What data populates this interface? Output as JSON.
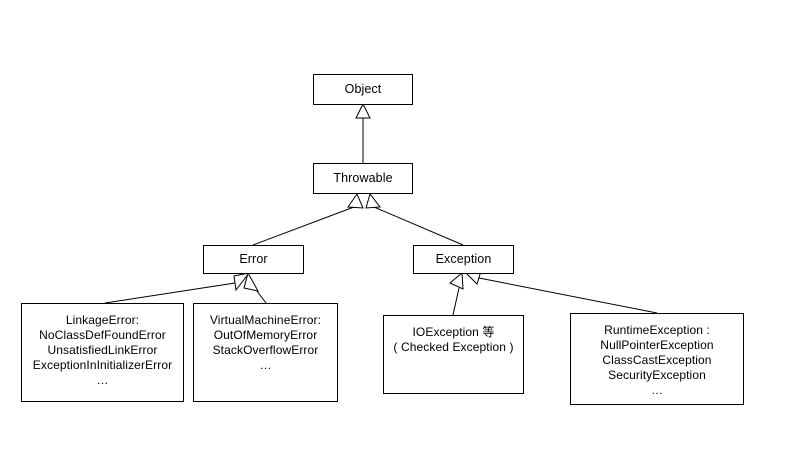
{
  "diagram": {
    "title": "Java Throwable Class Hierarchy",
    "background_color": "#ffffff",
    "stroke_color": "#000000",
    "text_color": "#000000",
    "relationship_type": "generalization",
    "arrowhead": "hollow-triangle"
  },
  "nodes": {
    "object": {
      "label": "Object"
    },
    "throwable": {
      "label": "Throwable"
    },
    "error": {
      "label": "Error"
    },
    "exception": {
      "label": "Exception"
    },
    "linkage_error": {
      "label": "LinkageError:\nNoClassDefFoundError\nUnsatisfiedLinkError\nExceptionInInitializerError\n…"
    },
    "virtual_machine_error": {
      "label": "VirtualMachineError:\nOutOfMemoryError\nStackOverflowError\n…"
    },
    "io_exception": {
      "label": "IOException 等\n( Checked Exception )"
    },
    "runtime_exception": {
      "label": "RuntimeException :\nNullPointerException\nClassCastException\nSecurityException\n…"
    }
  },
  "edges": [
    {
      "from": "throwable",
      "to": "object"
    },
    {
      "from": "error",
      "to": "throwable"
    },
    {
      "from": "exception",
      "to": "throwable"
    },
    {
      "from": "linkage_error",
      "to": "error"
    },
    {
      "from": "virtual_machine_error",
      "to": "error"
    },
    {
      "from": "io_exception",
      "to": "exception"
    },
    {
      "from": "runtime_exception",
      "to": "exception"
    }
  ]
}
